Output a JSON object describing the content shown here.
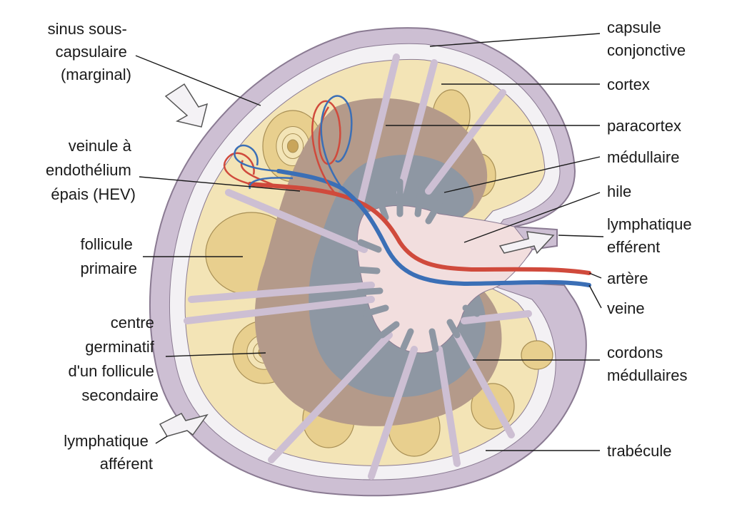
{
  "labels": {
    "sinus_sous_capsulaire": [
      "sinus sous-",
      "capsulaire",
      "(marginal)"
    ],
    "veinule_hev": [
      "veinule à",
      "endothélium",
      "épais (HEV)"
    ],
    "follicule_primaire": [
      "follicule",
      "primaire"
    ],
    "centre_germinatif": [
      "centre",
      "germinatif",
      "d'un follicule",
      "secondaire"
    ],
    "lymphatique_afferent": [
      "lymphatique",
      "afférent"
    ],
    "capsule_conjonctive": [
      "capsule",
      "conjonctive"
    ],
    "cortex": "cortex",
    "paracortex": "paracortex",
    "medullaire": "médullaire",
    "hile": "hile",
    "lymphatique_efferent": [
      "lymphatique",
      "efférent"
    ],
    "artere": "artère",
    "veine": "veine",
    "cordons_medullaires": [
      "cordons",
      "médullaires"
    ],
    "trabecule": "trabécule"
  },
  "colors": {
    "capsule": "#cdbfd3",
    "capsule_edge": "#8a7a92",
    "sinus": "#f3f1f4",
    "cortex": "#f3e4b6",
    "follicle": "#e8cf8e",
    "follicle_edge": "#a88f55",
    "paracortex": "#b49a8a",
    "medulla": "#8e97a3",
    "hilum": "#f2dede",
    "artery": "#d04a3c",
    "vein": "#3b6fb6",
    "arrow": "#f4f2f5"
  }
}
